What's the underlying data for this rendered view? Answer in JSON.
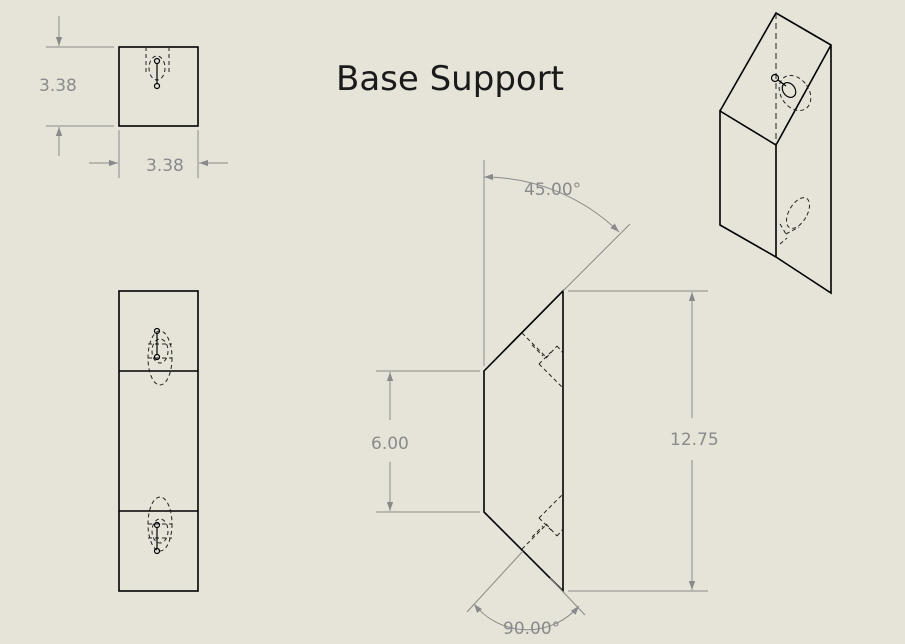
{
  "title": "Base Support",
  "dimensions": {
    "top_height": "3.38",
    "top_width": "3.38",
    "side_angle_top": "45.00°",
    "side_angle_bottom": "90.00°",
    "side_short_height": "6.00",
    "side_total_height": "12.75"
  },
  "colors": {
    "sheet_background": "#e6e4d8",
    "model_edges": "#000000",
    "dimension_annotations": "#8a8a8a"
  }
}
